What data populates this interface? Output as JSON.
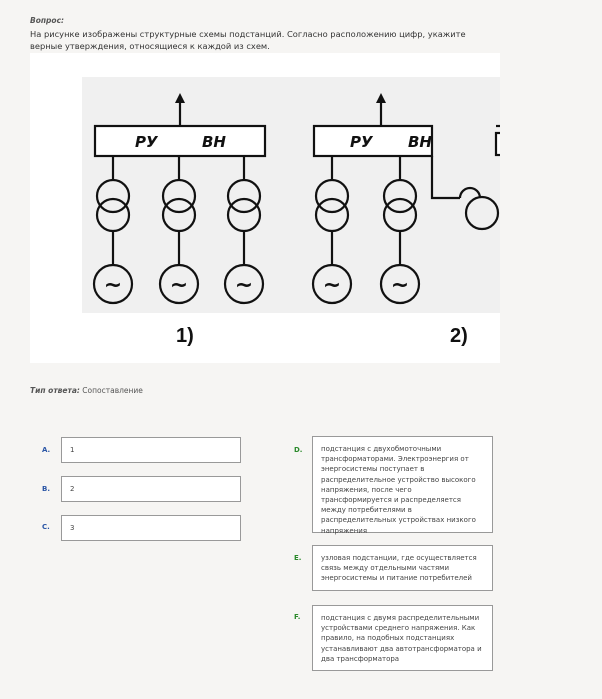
{
  "question": {
    "label": "Вопрос:",
    "text": "На рисунке изображены структурные схемы подстанций. Согласно расположению цифр, укажите верные утверждения, относящиеся к каждой из схем."
  },
  "diagram": {
    "bus_label_1": "РУ",
    "bus_label_2": "ВН",
    "generator_symbol": "~",
    "scheme_1_label": "1)",
    "scheme_2_label": "2)"
  },
  "answer_type": {
    "label": "Тип ответа:",
    "value": "Сопоставление"
  },
  "left_items": [
    {
      "letter": "A.",
      "value": "1"
    },
    {
      "letter": "B.",
      "value": "2"
    },
    {
      "letter": "C.",
      "value": "3"
    }
  ],
  "right_items": [
    {
      "letter": "D.",
      "text": "подстанция с двухобмоточными трансформаторами. Электроэнергия от энергосистемы поступает в распределительное устройство высокого напряжения, после чего трансформируется и распределяется между потребителями в распределительных устройствах низкого напряжения"
    },
    {
      "letter": "E.",
      "text": "узловая подстанции, где осуществляется связь между отдельными частями энергосистемы и питание потребителей"
    },
    {
      "letter": "F.",
      "text": "подстанция с двумя распределительными устройствами среднего напряжения. Как правило, на подобных подстанциях устанавливают два автотрансформатора и два трансформатора"
    }
  ]
}
